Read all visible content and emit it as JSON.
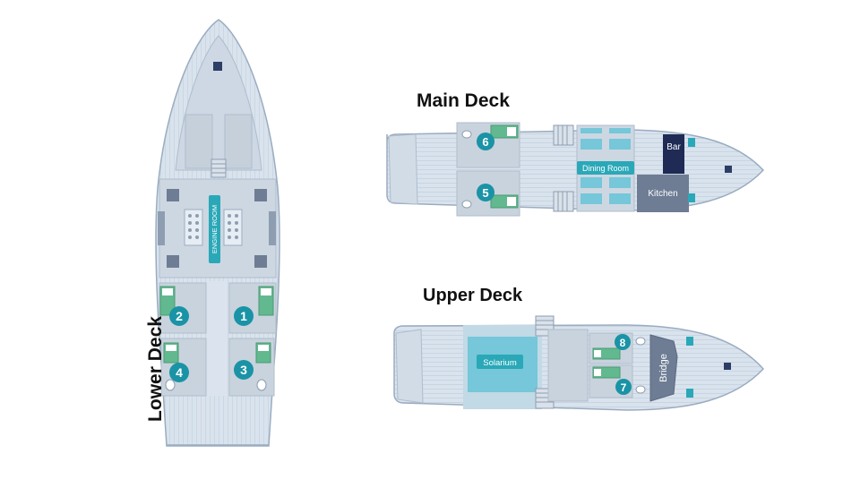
{
  "decks": {
    "main": {
      "title": "Main Deck"
    },
    "upper": {
      "title": "Upper Deck"
    },
    "lower": {
      "title": "Lower Deck"
    }
  },
  "rooms": {
    "dining_room": "Dining Room",
    "bar": "Bar",
    "kitchen": "Kitchen",
    "solarium": "Solarium",
    "bridge": "Bridge",
    "engine_room": "ENGINE ROOM"
  },
  "cabins": {
    "c1": "1",
    "c2": "2",
    "c3": "3",
    "c4": "4",
    "c5": "5",
    "c6": "6",
    "c7": "7",
    "c8": "8"
  },
  "colors": {
    "hull": "#d7e1ec",
    "hull_stroke": "#9aacc0",
    "plank": "#c5d1de",
    "cabin": "#c9d3dd",
    "bed": "#62b98f",
    "badge": "#1a93a6",
    "dark": "#2c3d66",
    "kitchen": "#6e7d94",
    "solarium": "#75c7d9",
    "teal": "#2aa8b8"
  }
}
